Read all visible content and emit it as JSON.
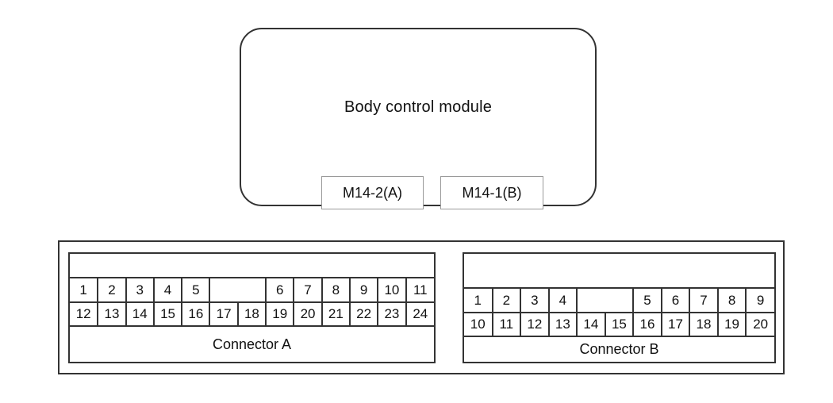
{
  "module": {
    "title": "Body control module",
    "connector_tags": [
      {
        "label": "M14-2(A)"
      },
      {
        "label": "M14-1(B)"
      }
    ]
  },
  "connector_panel": {
    "connectors": [
      {
        "name": "Connector A",
        "columns": 13,
        "rows": [
          [
            {
              "pin": "1",
              "span": 1
            },
            {
              "pin": "2",
              "span": 1
            },
            {
              "pin": "3",
              "span": 1
            },
            {
              "pin": "4",
              "span": 1
            },
            {
              "pin": "5",
              "span": 1
            },
            {
              "pin": "",
              "span": 2
            },
            {
              "pin": "6",
              "span": 1
            },
            {
              "pin": "7",
              "span": 1
            },
            {
              "pin": "8",
              "span": 1
            },
            {
              "pin": "9",
              "span": 1
            },
            {
              "pin": "10",
              "span": 1
            },
            {
              "pin": "11",
              "span": 1
            }
          ],
          [
            {
              "pin": "12",
              "span": 1
            },
            {
              "pin": "13",
              "span": 1
            },
            {
              "pin": "14",
              "span": 1
            },
            {
              "pin": "15",
              "span": 1
            },
            {
              "pin": "16",
              "span": 1
            },
            {
              "pin": "17",
              "span": 1
            },
            {
              "pin": "18",
              "span": 1
            },
            {
              "pin": "19",
              "span": 1
            },
            {
              "pin": "20",
              "span": 1
            },
            {
              "pin": "21",
              "span": 1
            },
            {
              "pin": "22",
              "span": 1
            },
            {
              "pin": "23",
              "span": 1
            },
            {
              "pin": "24",
              "span": 1
            }
          ]
        ]
      },
      {
        "name": "Connector B",
        "columns": 11,
        "rows": [
          [
            {
              "pin": "1",
              "span": 1
            },
            {
              "pin": "2",
              "span": 1
            },
            {
              "pin": "3",
              "span": 1
            },
            {
              "pin": "4",
              "span": 1
            },
            {
              "pin": "",
              "span": 2
            },
            {
              "pin": "5",
              "span": 1
            },
            {
              "pin": "6",
              "span": 1
            },
            {
              "pin": "7",
              "span": 1
            },
            {
              "pin": "8",
              "span": 1
            },
            {
              "pin": "9",
              "span": 1
            }
          ],
          [
            {
              "pin": "10",
              "span": 1
            },
            {
              "pin": "11",
              "span": 1
            },
            {
              "pin": "12",
              "span": 1
            },
            {
              "pin": "13",
              "span": 1
            },
            {
              "pin": "14",
              "span": 1
            },
            {
              "pin": "15",
              "span": 1
            },
            {
              "pin": "16",
              "span": 1
            },
            {
              "pin": "17",
              "span": 1
            },
            {
              "pin": "18",
              "span": 1
            },
            {
              "pin": "19",
              "span": 1
            },
            {
              "pin": "20",
              "span": 1
            }
          ]
        ]
      }
    ]
  },
  "colors": {
    "line": "#333333",
    "tag_border": "#9a9a9a",
    "text": "#111111",
    "background": "#ffffff"
  }
}
